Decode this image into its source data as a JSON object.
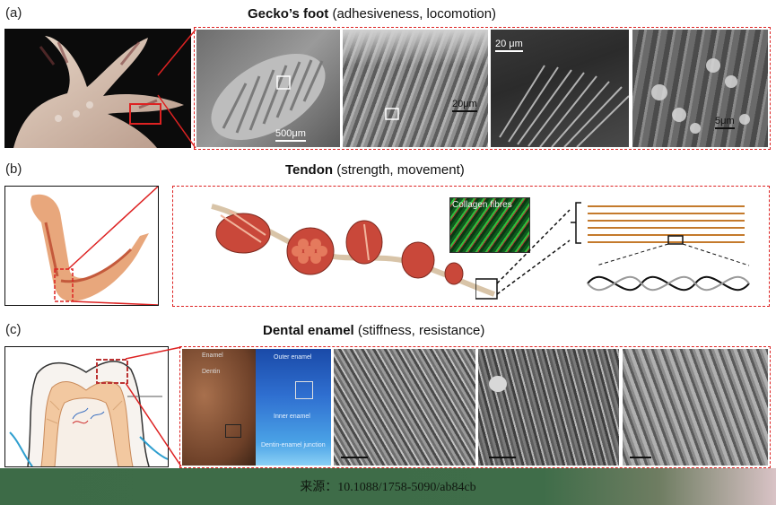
{
  "panels": [
    {
      "letter": "(a)",
      "title_bold": "Gecko’s foot",
      "title_rest": " (adhesiveness, locomotion)",
      "scales": [
        "500μm",
        "20μm",
        "20 μm",
        "5μm"
      ]
    },
    {
      "letter": "(b)",
      "title_bold": "Tendon",
      "title_rest": " (strength, movement)",
      "inset_label": "Collagen fibres"
    },
    {
      "letter": "(c)",
      "title_bold": "Dental enamel",
      "title_rest": " (stiffness, resistance)",
      "labels": [
        "Enamel",
        "Dentin",
        "Outer enamel",
        "Inner enamel",
        "Dentin-enamel junction"
      ]
    }
  ],
  "footer": {
    "source": "来源：10.1088/1758-5090/ab84cb"
  },
  "colors": {
    "highlight": "#d22222",
    "footer_bg": "#3d6b47"
  }
}
